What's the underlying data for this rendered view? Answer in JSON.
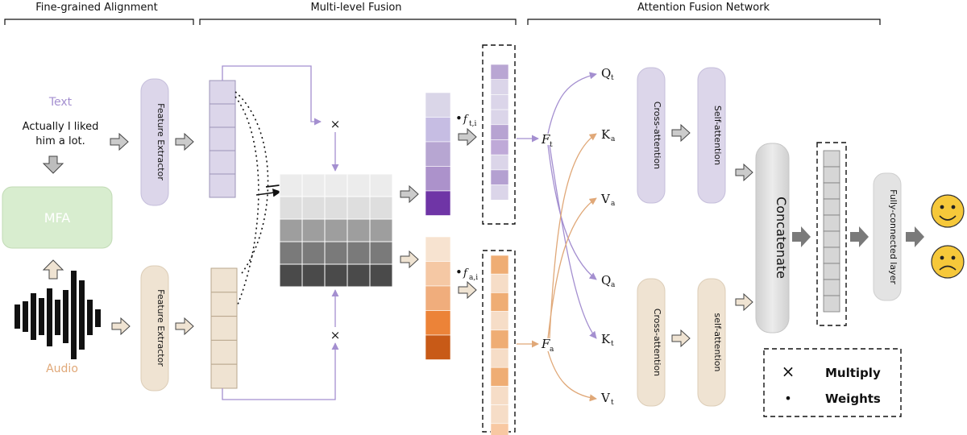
{
  "sections": {
    "alignment": "Fine-grained Alignment",
    "fusion": "Multi-level Fusion",
    "attention": "Attention Fusion Network"
  },
  "inputs": {
    "text_title": "Text",
    "text_line1": "Actually I liked",
    "text_line2": "him  a  lot.",
    "mfa": "MFA",
    "audio_title": "Audio"
  },
  "extractors": {
    "text": "Feature Extractor",
    "audio": "Feature Extractor"
  },
  "features": {
    "ft_main": "f",
    "ft_sub": "t,i",
    "fa_main": "f",
    "fa_sub": "a,i",
    "Ft_main": "F",
    "Ft_sub": "t",
    "Fa_main": "F",
    "Fa_sub": "a"
  },
  "qkv": [
    {
      "main": "Q",
      "sub": "t"
    },
    {
      "main": "K",
      "sub": "a"
    },
    {
      "main": "V",
      "sub": "a"
    },
    {
      "main": "Q",
      "sub": "a"
    },
    {
      "main": "K",
      "sub": "t"
    },
    {
      "main": "V",
      "sub": "t"
    }
  ],
  "attention": {
    "cross_text": "Cross-attention",
    "self_text": "Self-attention",
    "cross_audio": "Cross-attention",
    "self_audio": "self-attention",
    "concat": "Concatenate",
    "fc": "Fully-connected layer"
  },
  "legend": {
    "multiply_symbol": "×",
    "multiply": "Multiply",
    "weights_symbol": "•",
    "weights": "Weights"
  },
  "colors": {
    "text_purple": "#a48fd0",
    "audio_orange": "#e0a878",
    "text_box": "#dcd6ea",
    "audio_box": "#efe3d2",
    "mfa_green": "#d8edcf",
    "gray_box": "#d9d9d9",
    "face": "#f6c83a"
  },
  "output_faces": [
    "happy-face",
    "sad-face"
  ]
}
